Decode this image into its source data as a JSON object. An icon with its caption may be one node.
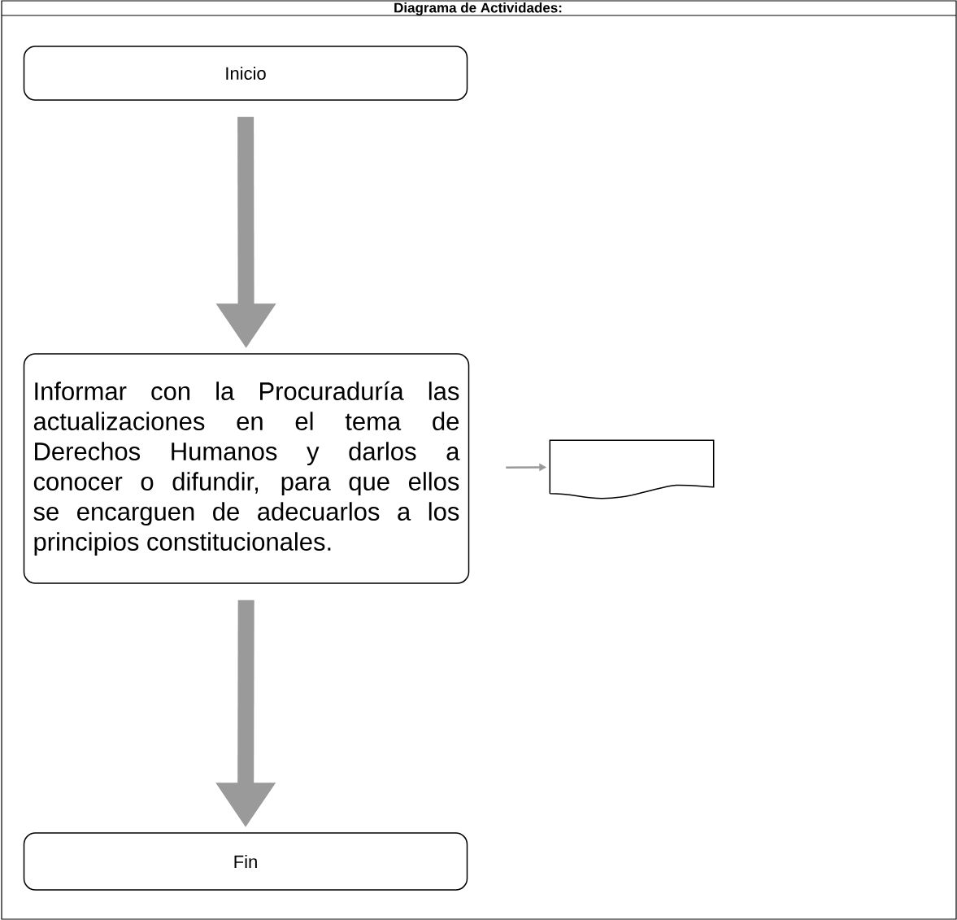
{
  "diagram": {
    "title": "Diagrama de Actividades:",
    "nodes": [
      {
        "text": [
          "Inicio"
        ]
      },
      {
        "text": [
          "Informar con la Procuraduría las actualizaciones en el tema de Derechos Humanos y darlos a conocer o difundir, para que ellos se encarguen de adecuarlos a los principios constitucionales."
        ]
      },
      {
        "text": [],
        "shape": "document"
      },
      {
        "text": [
          "Fin"
        ]
      }
    ],
    "edges": [
      {
        "from": 0,
        "to": 1,
        "arrow": "to"
      },
      {
        "from": 1,
        "to": 2,
        "arrow": "to"
      },
      {
        "from": 1,
        "to": 3,
        "arrow": "to"
      }
    ]
  }
}
